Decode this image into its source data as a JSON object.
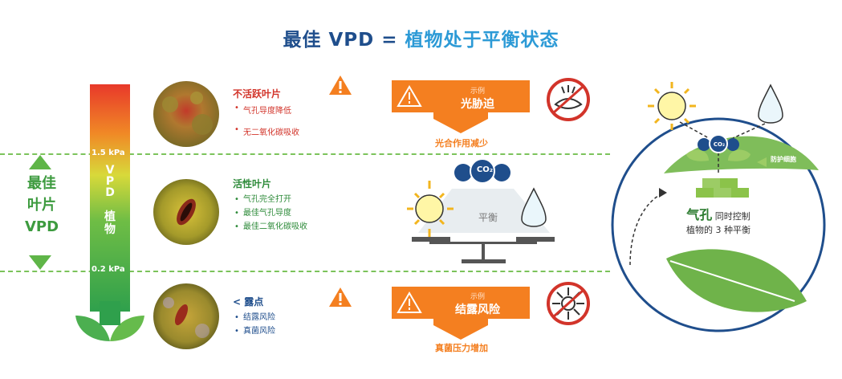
{
  "title": {
    "prefix": "最佳 VPD =",
    "accent": "植物处于平衡状态"
  },
  "bar": {
    "vertical_label": "VPD",
    "plant_label": "植 物",
    "kpa_high": "1.5 kPa",
    "kpa_low": "0.2 kPa"
  },
  "left_label": {
    "line1": "最佳",
    "line2": "叶片",
    "line3": "VPD"
  },
  "sections": {
    "inactive": {
      "title": "不活跃叶片",
      "bullets": [
        "气孔导度降低",
        "无二氧化碳吸收"
      ]
    },
    "active": {
      "title": "活性叶片",
      "bullets": [
        "气孔完全打开",
        "最佳气孔导度",
        "最佳二氧化碳吸收"
      ]
    },
    "dew": {
      "title": "< 露点",
      "bullets": [
        "结露风险",
        "真菌风险"
      ]
    }
  },
  "banner_top": {
    "example": "示例",
    "label": "光胁迫",
    "caption": "光合作用减少"
  },
  "banner_bottom": {
    "example": "示例",
    "label": "结露风险",
    "caption": "真菌压力增加"
  },
  "balance": {
    "label": "平衡",
    "co2": "CO₂"
  },
  "right": {
    "guard_cell": "防护细胞",
    "co2": "CO₂",
    "stomata": "气孔",
    "control_line1": "同时控制",
    "control_line2": "植物的 3 种平衡"
  },
  "colors": {
    "title_blue": "#1f4e8c",
    "accent_blue": "#2c9ad6",
    "orange": "#f47f20",
    "green": "#5fb548",
    "red": "#d2342a"
  }
}
